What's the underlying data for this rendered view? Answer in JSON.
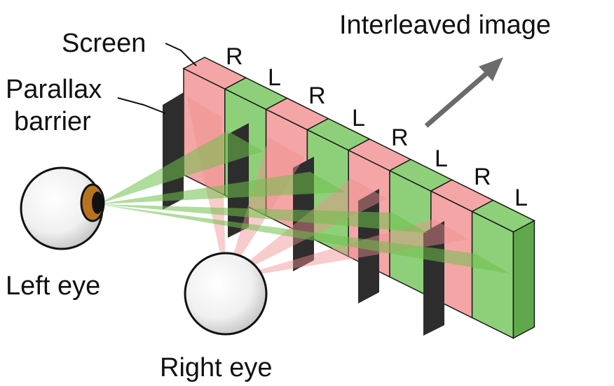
{
  "labels": {
    "screen": "Screen",
    "parallax_line1": "Parallax",
    "parallax_line2": "barrier",
    "interleaved": "Interleaved image",
    "left_eye": "Left eye",
    "right_eye": "Right eye"
  },
  "strip_labels": [
    "R",
    "L",
    "R",
    "L",
    "R",
    "L",
    "R",
    "L"
  ],
  "colors": {
    "right_strip": "#f4a6a6",
    "left_strip": "#8ed07a",
    "right_strip_side": "#e07c7c",
    "left_strip_side": "#5fa84c",
    "right_beam": "#ef8f8f",
    "left_beam": "#6fbf4a",
    "barrier": "#2d2d2d",
    "iris": "#b8741c",
    "arrow": "#6b6b6b"
  }
}
